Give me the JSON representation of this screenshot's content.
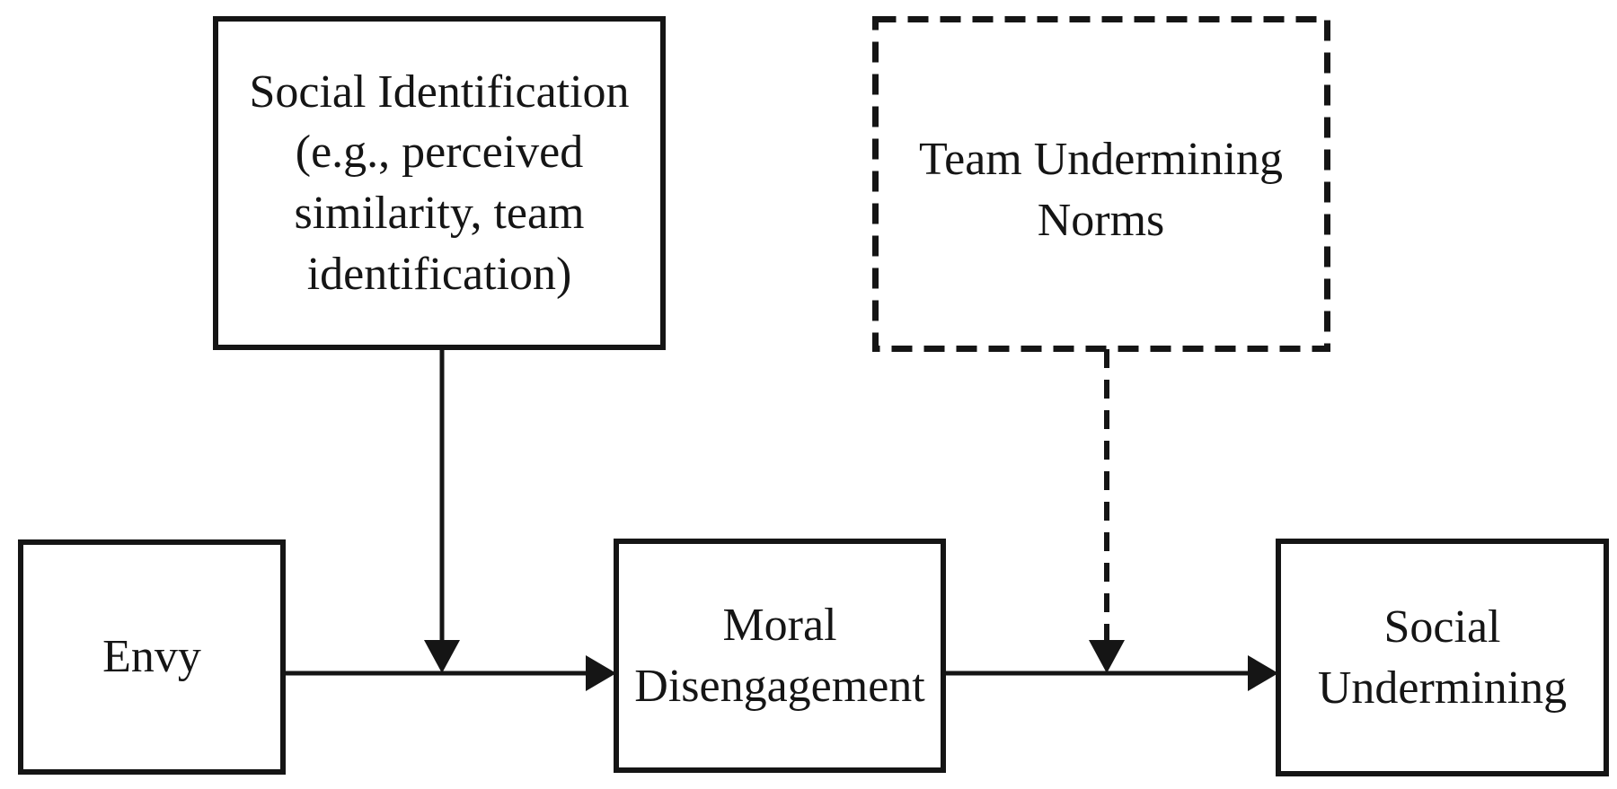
{
  "figure": {
    "background_color": "#ffffff",
    "ink_color": "#151515",
    "boxes": {
      "social_identification": {
        "label": "Social Identification\n(e.g., perceived\nsimilarity, team\nidentification)",
        "border_style": "solid",
        "role": "moderator"
      },
      "team_undermining_norms": {
        "label": "Team Undermining\nNorms",
        "border_style": "dashed",
        "role": "moderator"
      },
      "envy": {
        "label": "Envy",
        "border_style": "solid",
        "role": "predictor"
      },
      "moral_disengagement": {
        "label": "Moral\nDisengagement",
        "border_style": "solid",
        "role": "mediator"
      },
      "social_undermining": {
        "label": "Social\nUndermining",
        "border_style": "solid",
        "role": "outcome"
      }
    },
    "relationships": [
      {
        "from": "Envy",
        "to": "Moral Disengagement",
        "line_style": "solid",
        "type": "direct-path"
      },
      {
        "from": "Social Identification (e.g., perceived similarity, team identification)",
        "to": "Envy-to-Moral Disengagement path",
        "line_style": "solid",
        "type": "moderation"
      },
      {
        "from": "Moral Disengagement",
        "to": "Social Undermining",
        "line_style": "solid",
        "type": "direct-path"
      },
      {
        "from": "Team Undermining Norms",
        "to": "Moral Disengagement-to-Social Undermining path",
        "line_style": "dashed",
        "type": "moderation"
      }
    ]
  }
}
